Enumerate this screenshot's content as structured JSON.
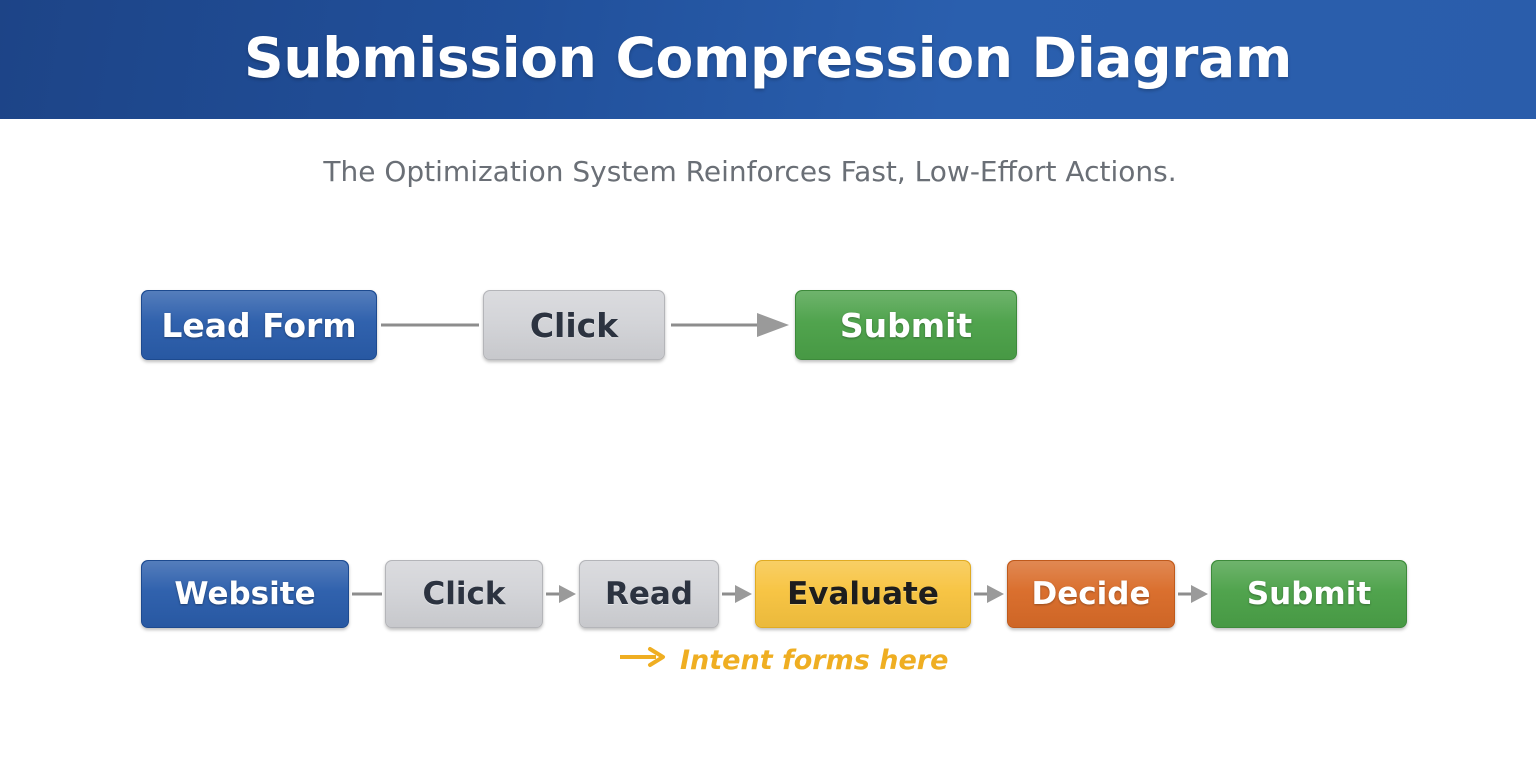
{
  "header": {
    "title": "Submission Compression Diagram",
    "background_color": "#2a5dab",
    "title_color": "#ffffff"
  },
  "subtitle": {
    "text": "The Optimization System Reinforces Fast, Low-Effort Actions.",
    "color": "#6a6f76"
  },
  "palette": {
    "blue": "#2a5dab",
    "gray": "#d2d3d7",
    "green": "#4ba148",
    "yellow": "#f7c33f",
    "orange": "#d96b28",
    "connector_gray": "#8d8d8d",
    "annotation_amber": "#efae22"
  },
  "flows": [
    {
      "id": "compressed-flow",
      "nodes": [
        {
          "label": "Lead Form",
          "color": "blue"
        },
        {
          "label": "Click",
          "color": "gray"
        },
        {
          "label": "Submit",
          "color": "green"
        }
      ],
      "connectors": [
        {
          "kind": "line"
        },
        {
          "kind": "arrow"
        }
      ]
    },
    {
      "id": "full-intent-flow",
      "nodes": [
        {
          "label": "Website",
          "color": "blue"
        },
        {
          "label": "Click",
          "color": "gray"
        },
        {
          "label": "Read",
          "color": "gray"
        },
        {
          "label": "Evaluate",
          "color": "yellow"
        },
        {
          "label": "Decide",
          "color": "orange"
        },
        {
          "label": "Submit",
          "color": "green"
        }
      ],
      "connectors": [
        {
          "kind": "line"
        },
        {
          "kind": "arrow"
        },
        {
          "kind": "arrow"
        },
        {
          "kind": "arrow"
        },
        {
          "kind": "arrow"
        }
      ]
    }
  ],
  "annotation": {
    "icon": "right-arrow-icon",
    "text": "Intent forms here",
    "color": "#efae22"
  }
}
